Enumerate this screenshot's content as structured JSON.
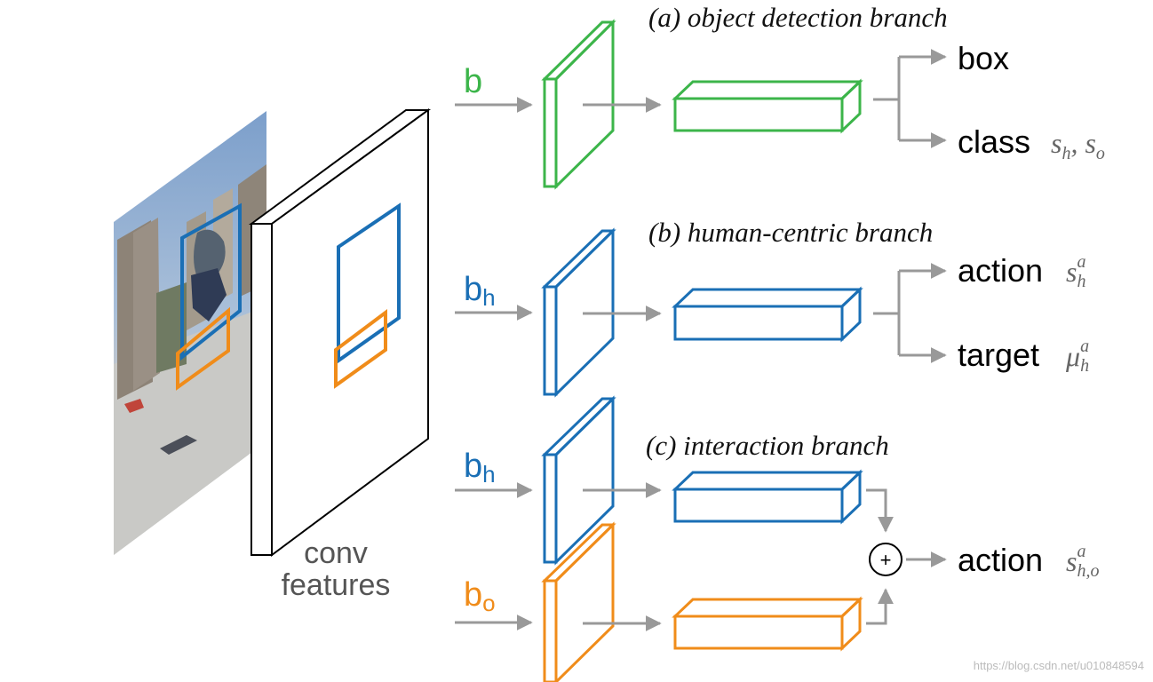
{
  "colors": {
    "green": "#3cb54a",
    "blue": "#1a6fb5",
    "orange": "#f08c1a",
    "arrow": "#999999"
  },
  "conv_label": [
    "conv",
    "features"
  ],
  "branches": {
    "object_detection": {
      "title": "(a) object detection branch",
      "input_base": "b",
      "outputs": {
        "box": "box",
        "class": "class"
      },
      "class_symbol": {
        "s1": "s",
        "sub1": "h",
        "comma": ", ",
        "s2": "s",
        "sub2": "o"
      }
    },
    "human_centric": {
      "title": "(b) human-centric branch",
      "input_base": "b",
      "input_sub": "h",
      "outputs": {
        "action": "action",
        "target": "target"
      },
      "action_symbol": {
        "base": "s",
        "sup": "a",
        "sub": "h"
      },
      "target_symbol": {
        "base": "μ",
        "sup": "a",
        "sub": "h"
      }
    },
    "interaction": {
      "title": "(c) interaction branch",
      "input_h_base": "b",
      "input_h_sub": "h",
      "input_o_base": "b",
      "input_o_sub": "o",
      "plus": "+",
      "output": "action",
      "output_symbol": {
        "base": "s",
        "sup": "a",
        "sub": "h,o"
      }
    }
  },
  "watermark": "https://blog.csdn.net/u010848594"
}
